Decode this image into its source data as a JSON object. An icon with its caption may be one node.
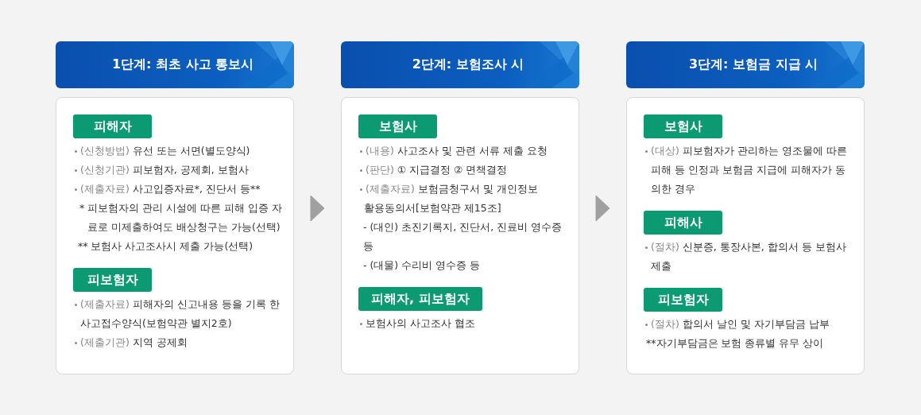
{
  "diagram": {
    "nodes": [
      {
        "text": [
          "1단계: 최초 사고 통보시"
        ]
      },
      {
        "text": [],
        "shape": "box"
      },
      {
        "text": [
          "피해자"
        ],
        "in": 1,
        "beside": [
          "(신청방법) 유선 또는 서면(별도양식)",
          "(신청기관) 피보험자, 공제회, 보험사",
          "(제출자료) 사고입증자료*, 진단서 등**",
          "* 피보험자의 관리 시설에 따른 피해 입증 자료로 미제출하여도 배상청구는 가능(선택)",
          "** 보험사 사고조사시 제출 가능(선택)"
        ]
      },
      {
        "text": [
          "피보험자"
        ],
        "in": 1,
        "beside": [
          "(제출자료) 피해자의 신고내용 등을 기록 한 사고접수양식(보험약관 별지2호)",
          "(제출기관) 지역 공제회"
        ]
      },
      {
        "text": [
          "2단계: 보험조사 시"
        ]
      },
      {
        "text": [],
        "shape": "box"
      },
      {
        "text": [
          "보험사"
        ],
        "in": 5,
        "beside": [
          "(내용) 사고조사 및  관련 서류 제출 요청",
          "(판단) ① 지급결정 ② 면책결정",
          "(제출자료) 보험금청구서 및 개인정보",
          "활용동의서[보험약관 제15조]",
          "- (대인) 초진기록지, 진단서, 진료비 영수증 등",
          "- (대물) 수리비 영수증 등"
        ]
      },
      {
        "text": [
          "피해자, 피보험자"
        ],
        "in": 5,
        "beside": [
          "보험사의 사고조사 협조"
        ]
      },
      {
        "text": [
          "3단계: 보험금 지급 시"
        ]
      },
      {
        "text": [],
        "shape": "box"
      },
      {
        "text": [
          "보험사"
        ],
        "in": 9,
        "beside": [
          "(대상) 피보험자가 관리하는 영조물에 따른 피해 등 인정과 보험금 지급에 피해자가 동의한 경우"
        ]
      },
      {
        "text": [
          "피해사"
        ],
        "in": 9,
        "beside": [
          "(절차) 신분증,  통장사본,  합의서  등  보험사 제출"
        ]
      },
      {
        "text": [
          "피보험자"
        ],
        "in": 9,
        "beside": [
          "(절차) 합의서 날인 및 자기부담금 납부",
          "**자기부담금은 보험 종류별 유무 상이"
        ]
      }
    ],
    "edges": [
      {
        "from": 1,
        "to": 5,
        "arrow": "to"
      },
      {
        "from": 5,
        "to": 9,
        "arrow": "to"
      }
    ]
  }
}
